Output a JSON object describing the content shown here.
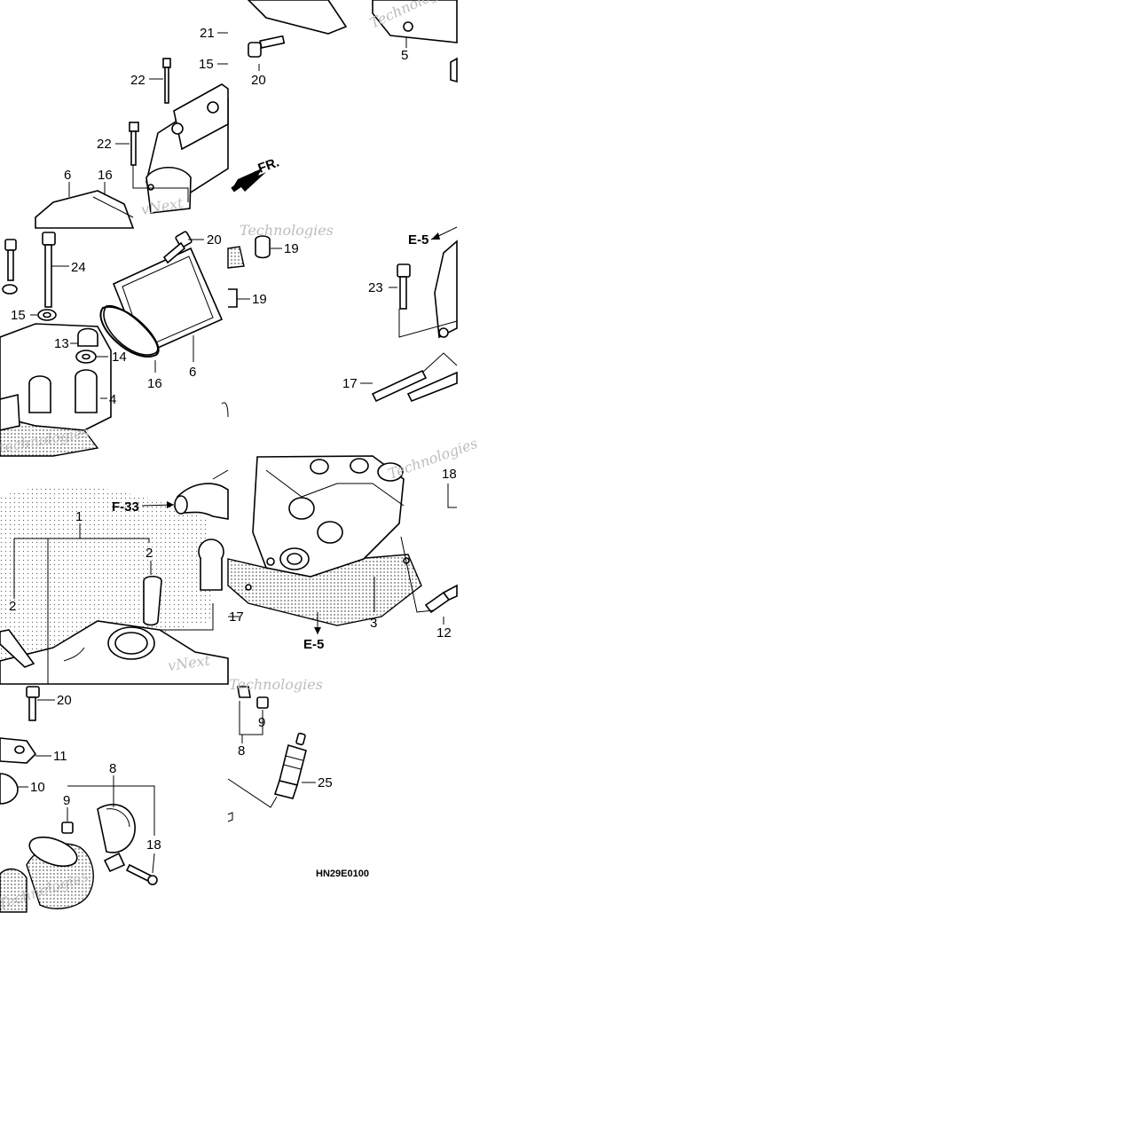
{
  "diagram_code": "HN29E0100",
  "direction_marker": "FR.",
  "references": [
    "E-5",
    "F-33",
    "E-5"
  ],
  "watermark": [
    "Technologies",
    "vNext",
    "vNext",
    "technologies",
    "Technologies",
    "Technologies",
    "Technologies"
  ],
  "callouts": [
    "1",
    "2",
    "2",
    "3",
    "4",
    "5",
    "6",
    "6",
    "8",
    "8",
    "9",
    "9",
    "10",
    "11",
    "12",
    "13",
    "14",
    "15",
    "15",
    "16",
    "16",
    "17",
    "17",
    "18",
    "18",
    "19",
    "19",
    "20",
    "20",
    "20",
    "21",
    "22",
    "22",
    "23",
    "24",
    "25"
  ]
}
